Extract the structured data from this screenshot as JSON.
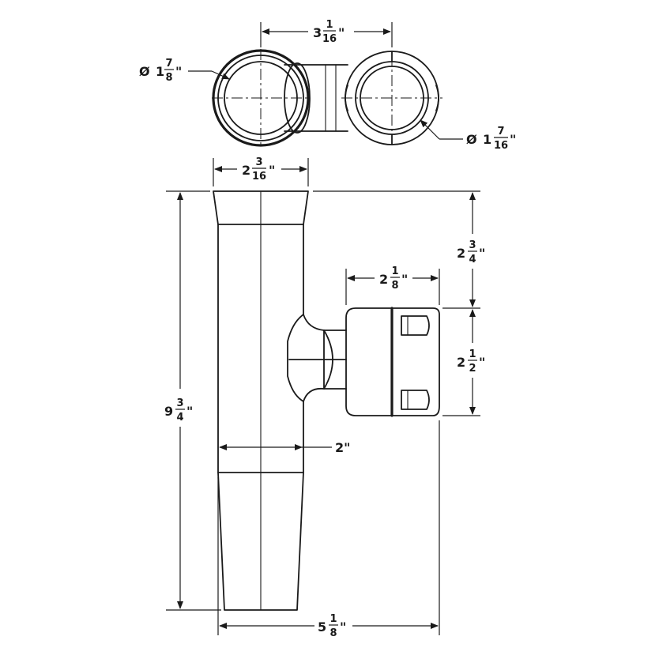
{
  "dimensions": {
    "top_span": {
      "whole": "3",
      "num": "1",
      "den": "16",
      "unit": "\""
    },
    "left_diameter": {
      "prefix": "Ø",
      "whole": "1",
      "num": "7",
      "den": "8",
      "unit": "\""
    },
    "right_diameter": {
      "prefix": "Ø",
      "whole": "1",
      "num": "7",
      "den": "16",
      "unit": "\""
    },
    "tube_top_width": {
      "whole": "2",
      "num": "3",
      "den": "16",
      "unit": "\""
    },
    "upper_height": {
      "whole": "2",
      "num": "3",
      "den": "4",
      "unit": "\""
    },
    "bracket_width": {
      "whole": "2",
      "num": "1",
      "den": "8",
      "unit": "\""
    },
    "bracket_height": {
      "whole": "2",
      "num": "1",
      "den": "2",
      "unit": "\""
    },
    "overall_height": {
      "whole": "9",
      "num": "3",
      "den": "4",
      "unit": "\""
    },
    "tube_width": {
      "whole": "2\"",
      "num": "",
      "den": "",
      "unit": ""
    },
    "overall_width": {
      "whole": "5",
      "num": "1",
      "den": "8",
      "unit": "\""
    }
  }
}
